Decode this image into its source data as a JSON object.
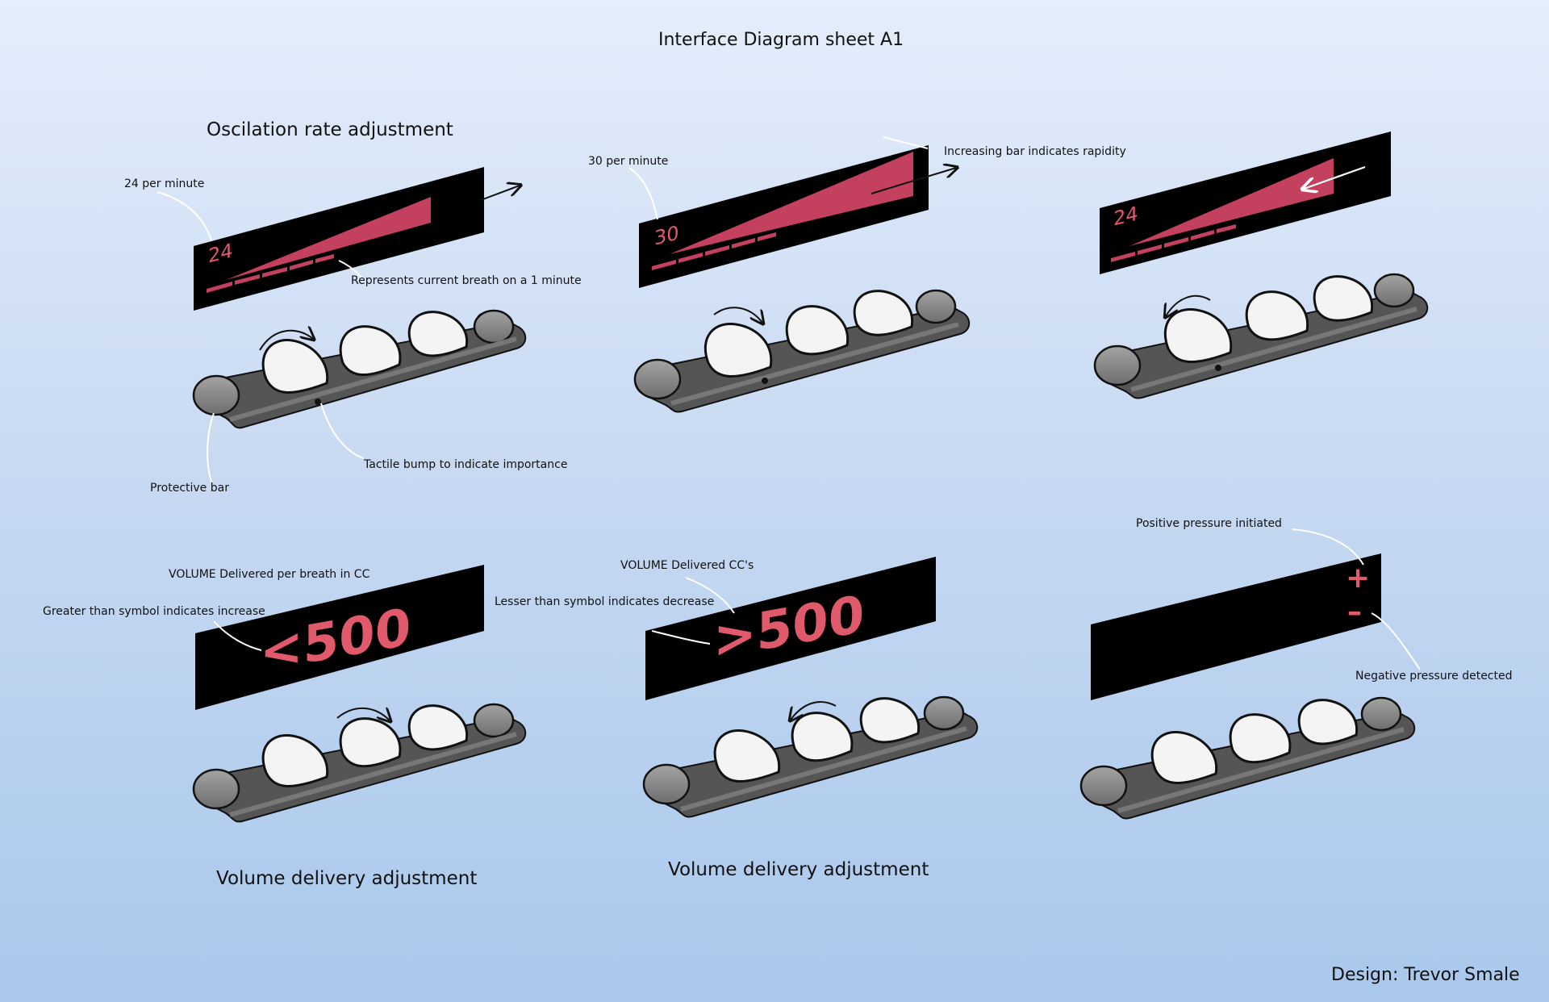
{
  "page": {
    "title": "Interface Diagram sheet A1",
    "credit": "Design: Trevor Smale"
  },
  "headings": {
    "oscillation": "Oscilation rate adjustment",
    "volume_1": "Volume delivery adjustment",
    "volume_2": "Volume delivery adjustment"
  },
  "panels": {
    "osc_1": {
      "display_value": "24"
    },
    "osc_2": {
      "display_value": "30"
    },
    "osc_3": {
      "display_value": "24"
    },
    "vol_1": {
      "symbol": "<",
      "value": "500"
    },
    "vol_2": {
      "symbol": ">",
      "value": "500"
    },
    "pressure": {
      "plus": "+",
      "minus": "–"
    }
  },
  "annotations": {
    "rate_24": "24 per minute",
    "current_breath": "Represents current breath on a 1 minute",
    "protective_bar": "Protective bar",
    "tactile_bump": "Tactile bump to indicate importance",
    "rate_30": "30 per minute",
    "rapidity": "Increasing bar indicates rapidity",
    "volume_per_breath": "VOLUME Delivered per breath in CC",
    "greater_than": "Greater than symbol indicates increase",
    "volume_cc": "VOLUME Delivered CC's",
    "lesser_than": "Lesser than symbol indicates decrease",
    "positive_pressure": "Positive pressure initiated",
    "negative_pressure": "Negative pressure detected"
  },
  "colors": {
    "display_bg": "#000000",
    "display_bar": "#c4405f",
    "display_text": "#e05a6c",
    "rail": "#5a5a5a",
    "rail_end": "#8a8a8a",
    "knob": "#f4f4f4"
  }
}
